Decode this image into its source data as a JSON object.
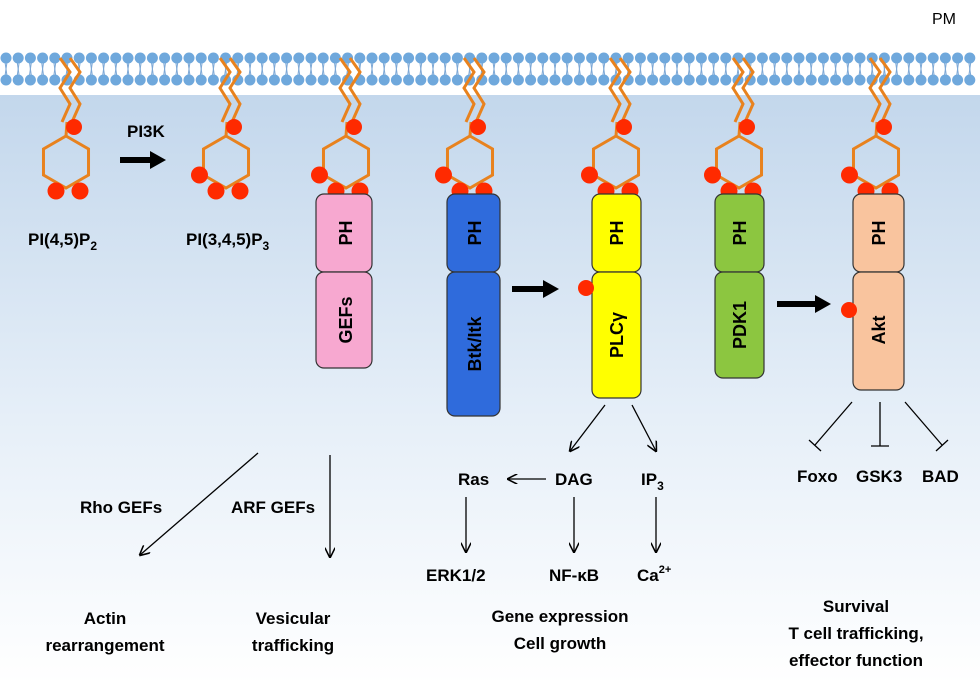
{
  "membrane_label": "PM",
  "pi_labels": {
    "pip2": "PI(4,5)P",
    "pip2_sub": "2",
    "pip3": "PI(3,4,5)P",
    "pip3_sub": "3",
    "pi3k": "PI3K"
  },
  "proteins": {
    "gefs": {
      "ph": "PH",
      "body": "GEFs",
      "color": "#f7a8d0"
    },
    "btk": {
      "ph": "PH",
      "body": "Btk/Itk",
      "color": "#2f6bdc"
    },
    "plc": {
      "ph": "PH",
      "body": "PLCγ",
      "color": "#ffff00"
    },
    "pdk1": {
      "ph": "PH",
      "body": "PDK1",
      "color": "#8cc640"
    },
    "akt": {
      "ph": "PH",
      "body": "Akt",
      "color": "#f9c49e"
    }
  },
  "gef_branch": {
    "rho": "Rho GEFs",
    "arf": "ARF GEFs",
    "actin_line1": "Actin",
    "actin_line2": "rearrangement",
    "ves_line1": "Vesicular",
    "ves_line2": "trafficking"
  },
  "plc_branch": {
    "ras": "Ras",
    "dag": "DAG",
    "ip3": "IP",
    "ip3_sub": "3",
    "erk": "ERK1/2",
    "nfkb": "NF-κB",
    "ca": "Ca",
    "ca_sup": "2+",
    "outcome_line1": "Gene expression",
    "outcome_line2": "Cell growth"
  },
  "akt_branch": {
    "foxo": "Foxo",
    "gsk3": "GSK3",
    "bad": "BAD",
    "outcome_line1": "Survival",
    "outcome_line2": "T cell trafficking,",
    "outcome_line3": "effector function"
  },
  "colors": {
    "lipid_head": "#6fa8dc",
    "inositol": "#e8821e",
    "phosphate": "#ff2a00",
    "bg_top": "#c9dcef"
  }
}
